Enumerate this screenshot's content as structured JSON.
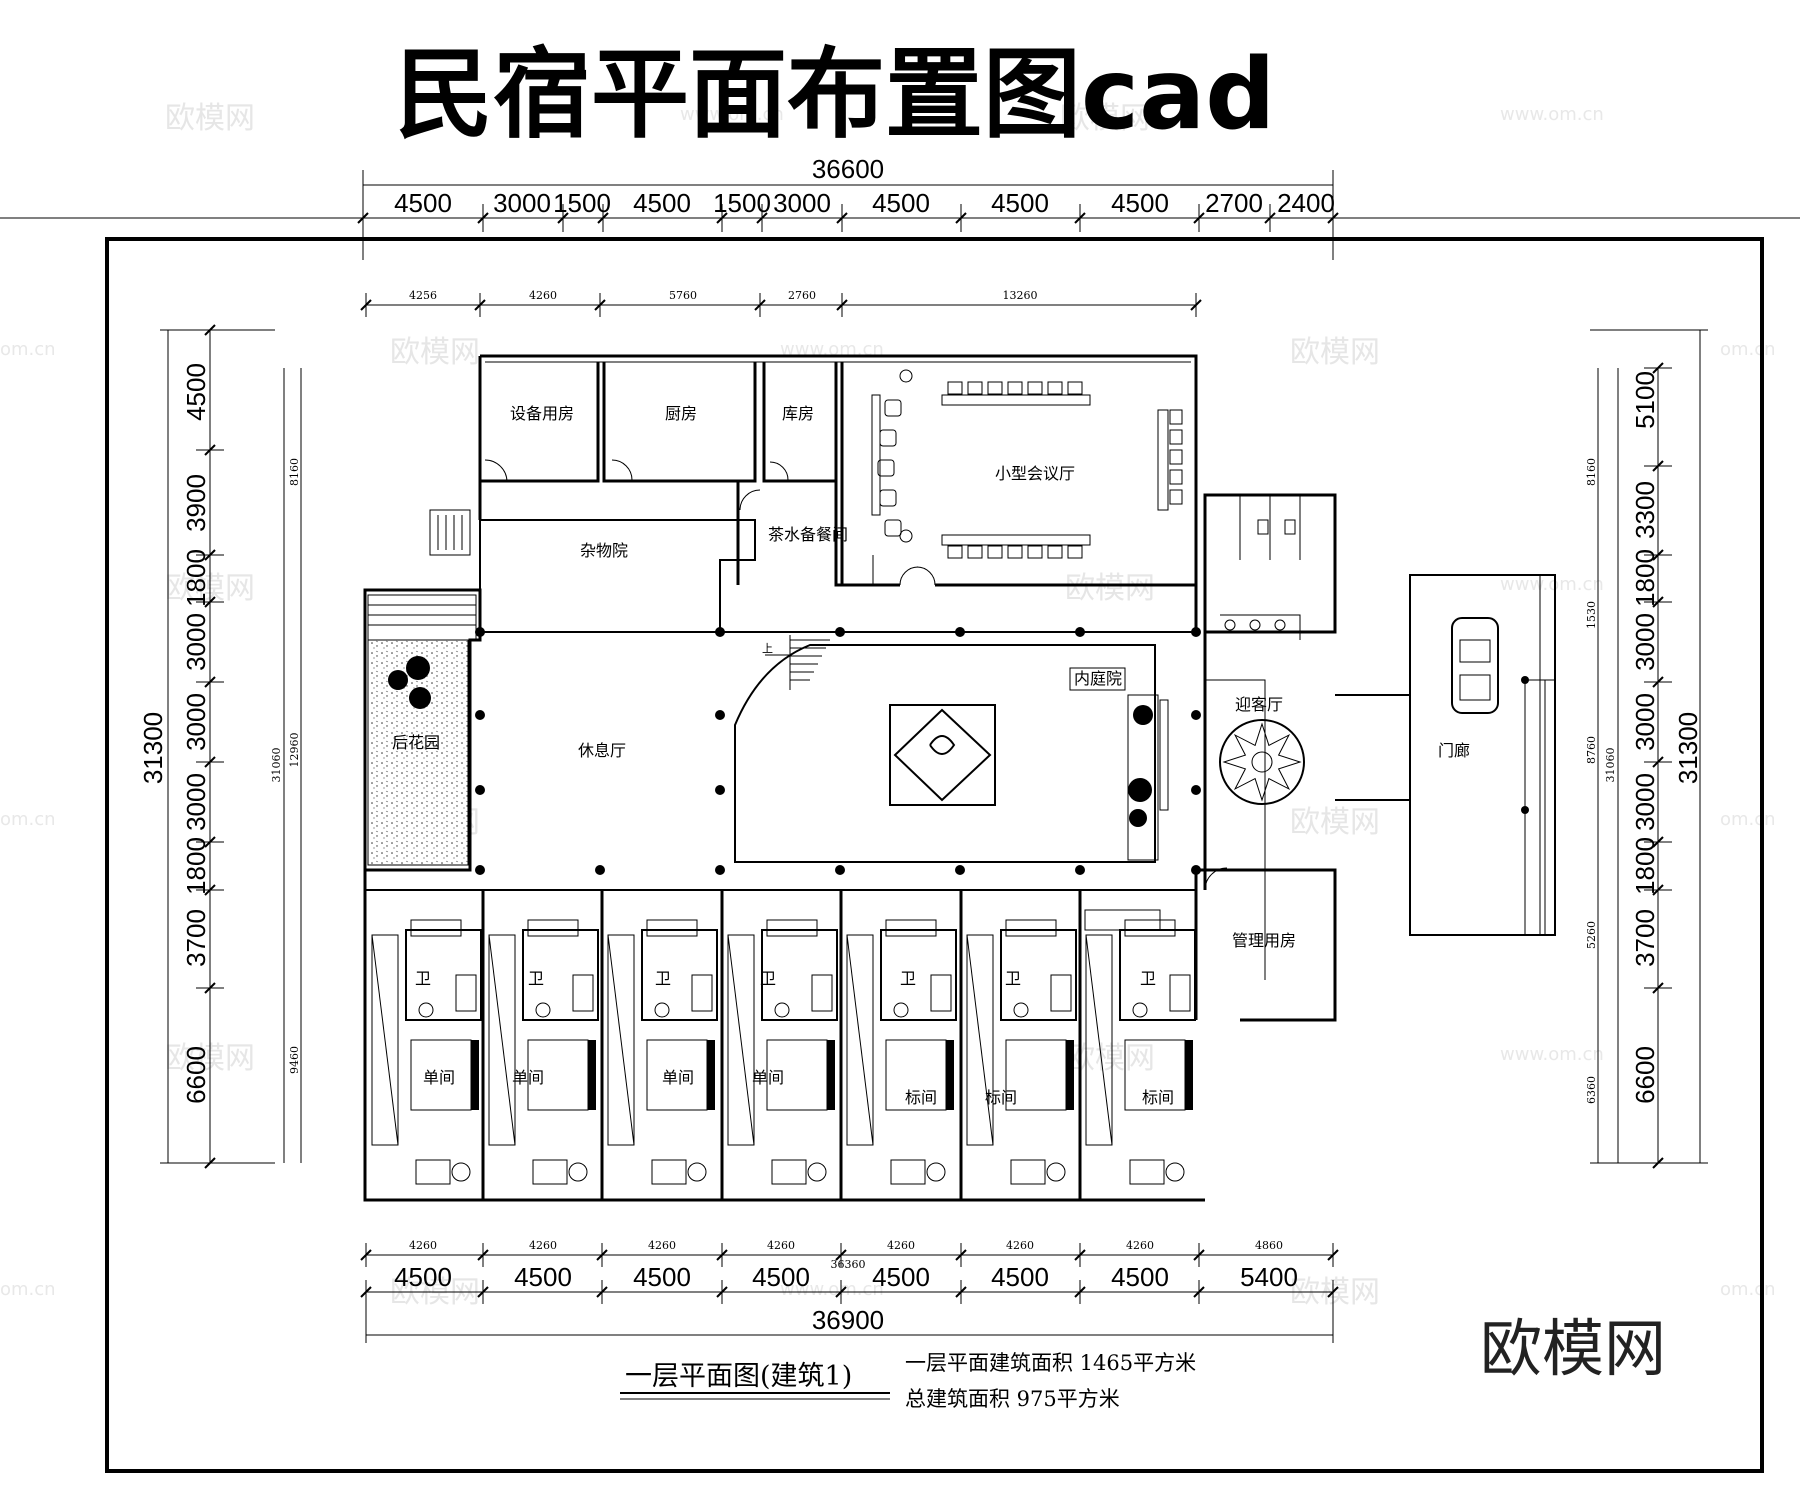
{
  "title": "民宿平面布置图cad",
  "watermark": {
    "brand": "欧模网",
    "url": "www.om.cn",
    "tile": "om.cn"
  },
  "dims": {
    "top_total": "36600",
    "top_segments": [
      "4500",
      "3000",
      "1500",
      "4500",
      "1500",
      "3000",
      "4500",
      "4500",
      "4500",
      "2700",
      "2400"
    ],
    "top_inner": [
      "4256",
      "4260",
      "5760",
      "2760",
      "13260"
    ],
    "bottom_inner": [
      "4260",
      "4260",
      "4260",
      "4260",
      "4260",
      "4260",
      "4260",
      "4860"
    ],
    "bottom_segments": [
      "4500",
      "4500",
      "4500",
      "4500",
      "4500",
      "4500",
      "4500",
      "5400"
    ],
    "bottom_mid": "36360",
    "bottom_total": "36900",
    "left_total": "31300",
    "left_segments": [
      "4500",
      "3900",
      "1800",
      "3000",
      "3000",
      "3000",
      "1800",
      "3700",
      "6600"
    ],
    "left_inner": [
      "8160",
      "12960",
      "31060",
      "9460"
    ],
    "right_total": "31300",
    "right_segments": [
      "5100",
      "3300",
      "1800",
      "3000",
      "3000",
      "3000",
      "1800",
      "3700",
      "6600"
    ],
    "right_inner": [
      "8160",
      "1530",
      "8760",
      "31060",
      "5260",
      "6360"
    ]
  },
  "rooms": {
    "equipment": "设备用房",
    "kitchen": "厨房",
    "storage": "库房",
    "meeting": "小型会议厅",
    "sundry_yard": "杂物院",
    "tea_room": "茶水备餐间",
    "back_garden": "后花园",
    "lounge": "休息厅",
    "inner_court": "内庭院",
    "reception": "迎客厅",
    "porch": "门廊",
    "management": "管理用房",
    "bath": "卫",
    "single": "单间",
    "standard": "标间",
    "stair_up": "上"
  },
  "caption": {
    "title": "一层平面图(建筑1)",
    "line1": "一层平面建筑面积 1465平方米",
    "line2": "总建筑面积 975平方米"
  },
  "logo": "欧模网"
}
